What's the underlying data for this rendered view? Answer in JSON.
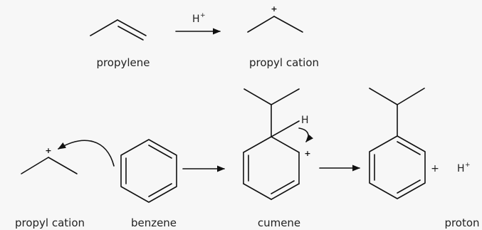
{
  "reagent": {
    "text": "H",
    "sup": "+"
  },
  "charge_symbol": "+",
  "plus_sign": "+",
  "hydrogen_atom": "H",
  "labels": {
    "propylene": "propylene",
    "propyl_cation_top": "propyl cation",
    "propyl_cation_bottom": "propyl cation",
    "benzene": "benzene",
    "cumene": "cumene",
    "proton": "proton"
  },
  "proton_symbol": {
    "text": "H",
    "sup": "+"
  }
}
